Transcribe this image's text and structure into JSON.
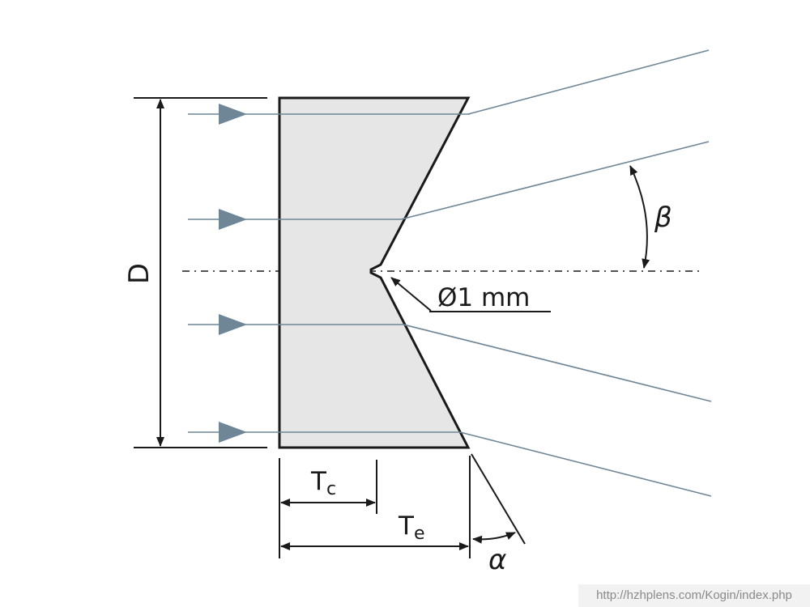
{
  "labels": {
    "diameter": "D",
    "angle_beta": "β",
    "hole": "Ø1 mm",
    "center_thickness_main": "T",
    "center_thickness_sub": "c",
    "edge_thickness_main": "T",
    "edge_thickness_sub": "e",
    "angle_alpha": "α"
  },
  "watermark": "http://hzhplens.com/Kogin/index.php",
  "colors": {
    "lens_fill": "#e6e6e6",
    "outline": "#1a1a1a",
    "ray": "#6e8696",
    "arrow_head": "#6e8696"
  }
}
